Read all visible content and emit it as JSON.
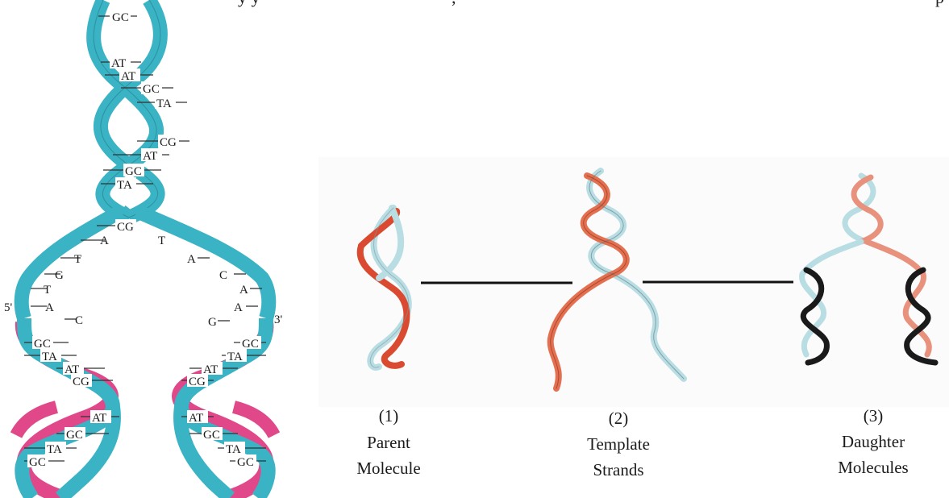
{
  "top_text_fragment": {
    "left": "y y",
    "middle": ",",
    "right": "p"
  },
  "colors": {
    "parent_strand": "#3ab3c4",
    "new_strand": "#e0488a",
    "small_parent_red": "#d94a30",
    "small_parent_blue": "#b8dde3",
    "daughter_dark": "#1a1a1a",
    "daughter_salmon": "#e8917c"
  },
  "replication_fork": {
    "end_labels": {
      "left_5prime": "5'",
      "right_3prime": "3'"
    },
    "top_pairs": [
      "GC",
      "AT",
      "AT",
      "GC",
      "TA",
      "CG",
      "AT",
      "GC",
      "TA",
      "CG"
    ],
    "left_unpaired": [
      "A",
      "T",
      "G",
      "T",
      "A"
    ],
    "left_inner": [
      "C"
    ],
    "right_unpaired": [
      "T",
      "A",
      "C",
      "A",
      "A",
      "G"
    ],
    "left_daughter_pairs": [
      "GC",
      "TA",
      "AT",
      "CG",
      "AT",
      "GC",
      "TA",
      "GC"
    ],
    "right_daughter_pairs": [
      "GC",
      "TA",
      "AT",
      "CG",
      "AT",
      "GC",
      "TA",
      "GC"
    ]
  },
  "stages": [
    {
      "number": "(1)",
      "line1": "Parent",
      "line2": "Molecule"
    },
    {
      "number": "(2)",
      "line1": "Template",
      "line2": "Strands"
    },
    {
      "number": "(3)",
      "line1": "Daughter",
      "line2": "Molecules"
    }
  ]
}
